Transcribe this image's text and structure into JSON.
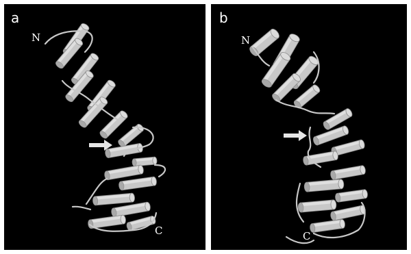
{
  "panels": [
    {
      "id": "a",
      "label": "a",
      "n_label": "N",
      "c_label": "C"
    },
    {
      "id": "b",
      "label": "b",
      "n_label": "N",
      "c_label": "C"
    }
  ],
  "colors": {
    "background": "#000000",
    "ribbon": "#c8c8c8",
    "border": "#ffffff",
    "arrow": "#e6e6e6"
  },
  "icons": {
    "arrow": "right-arrow-icon",
    "helix": "cylinder-helix-icon"
  }
}
